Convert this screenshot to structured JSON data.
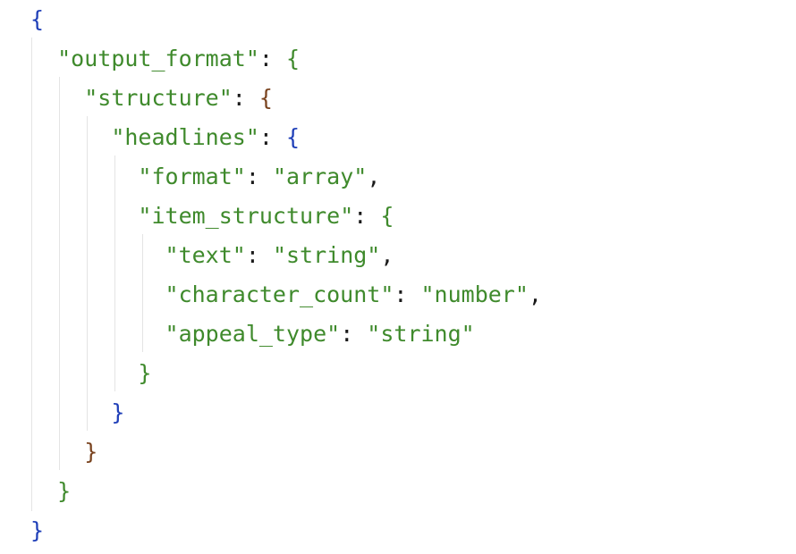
{
  "json_viewer": {
    "open_root": "{",
    "key_output_format": "\"output_format\"",
    "key_structure": "\"structure\"",
    "key_headlines": "\"headlines\"",
    "key_format": "\"format\"",
    "val_format": "\"array\"",
    "key_item_structure": "\"item_structure\"",
    "key_text": "\"text\"",
    "val_text": "\"string\"",
    "key_character_count": "\"character_count\"",
    "val_character_count": "\"number\"",
    "key_appeal_type": "\"appeal_type\"",
    "val_appeal_type": "\"string\"",
    "open_brace": "{",
    "close_brace": "}",
    "colon": ": ",
    "comma": ","
  },
  "colors": {
    "string_green": "#3f8a2c",
    "brace_blue": "#1f3fb8",
    "brace_brown": "#7a4420",
    "punctuation": "#1a1a1a",
    "indent_guide": "#e4e4e4"
  }
}
